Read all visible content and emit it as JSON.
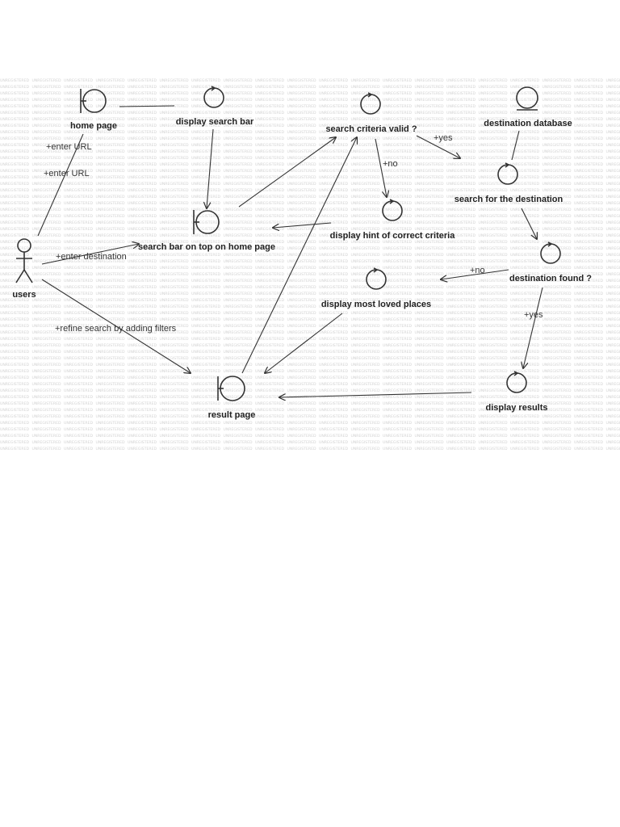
{
  "diagram": {
    "watermark_text": "UNREGISTERED",
    "actor": {
      "label": "users"
    },
    "boundaries": {
      "home_page": "home page",
      "search_bar": "search bar on top on home page",
      "result_page": "result page"
    },
    "entity": {
      "label": "destination database"
    },
    "controls": {
      "display_search_bar": "display search bar",
      "search_criteria_valid": "search criteria valid ?",
      "search_destination": "search for the destination",
      "display_hint": "display hint of correct criteria",
      "destination_found": "destination found ?",
      "display_loved": "display most loved places",
      "display_results": "display results"
    },
    "edges": {
      "enter_url_1": "+enter URL",
      "enter_url_2": "+enter URL",
      "enter_destination": "+enter destination",
      "refine_search": "+refine search by adding filters",
      "no_1": "+no",
      "yes_1": "+yes",
      "no_2": "+no",
      "yes_2": "+yes"
    }
  }
}
